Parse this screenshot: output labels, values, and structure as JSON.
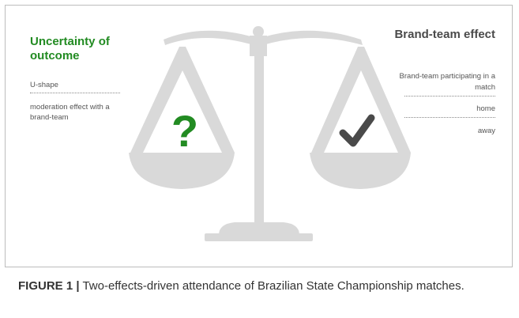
{
  "left": {
    "title": "Uncertainty of outcome",
    "items": [
      "U-shape",
      "moderation effect with a brand-team"
    ],
    "pan_symbol": "?"
  },
  "right": {
    "title": "Brand-team effect",
    "items": [
      "Brand-team participating in a match",
      "home",
      "away"
    ],
    "pan_symbol": "checkmark-icon"
  },
  "caption": {
    "label": "FIGURE 1 |",
    "text": " Two-effects-driven attendance of Brazilian State Championship matches."
  },
  "colors": {
    "scale": "#d9d9d9",
    "question": "#228b22",
    "check": "#4a4a4a",
    "left_title": "#228b22",
    "right_title": "#4a4a4a"
  }
}
